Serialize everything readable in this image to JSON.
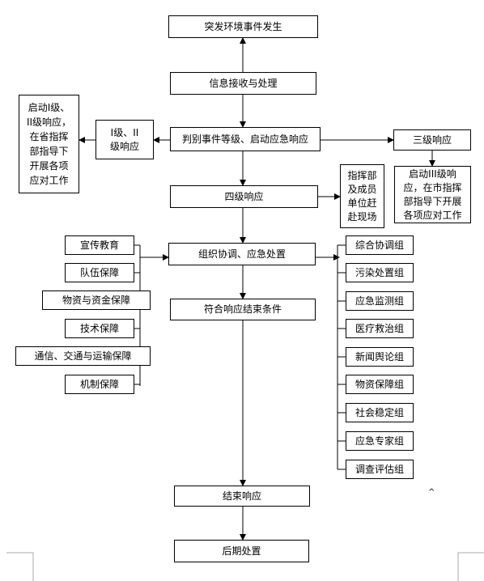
{
  "flow": {
    "occur": "突发环境事件发生",
    "receive": "信息接收与处理",
    "judge": "判别事件等级、启动应急响应",
    "level12": "I级、II\n级响应",
    "level12_note": "启动I级、\nII级响应，\n在省指挥\n部指导下\n开展各项\n应对工作",
    "level3": "三级响应",
    "level3_note": "启动III级响\n应，在市指挥\n部指导下开展\n各项应对工作",
    "level4": "四级响应",
    "dispatch": "指挥部\n及成员\n单位赶\n赴现场",
    "coordinate": "组织协调、应急处置",
    "condition": "符合响应结束条件",
    "end": "结束响应",
    "after": "后期处置"
  },
  "support": [
    "宣传教育",
    "队伍保障",
    "物资与资金保障",
    "技术保障",
    "通信、交通与运输保障",
    "机制保障"
  ],
  "groups": [
    "综合协调组",
    "污染处置组",
    "应急监测组",
    "医疗救治组",
    "新闻舆论组",
    "物资保障组",
    "社会稳定组",
    "应急专家组",
    "调查评估组"
  ],
  "cursor_glyph": "^"
}
